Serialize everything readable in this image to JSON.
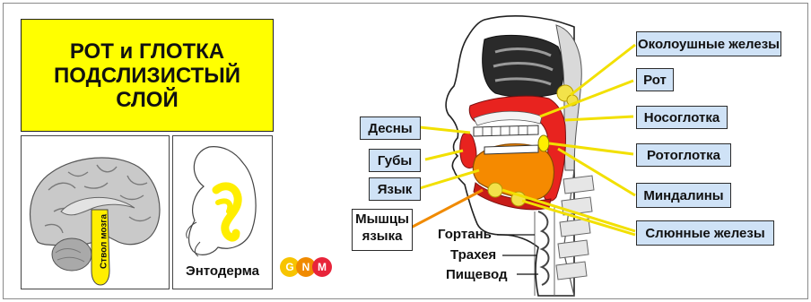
{
  "title": {
    "line1": "РОТ и ГЛОТКА",
    "line2": "ПОДСЛИЗИСТЫЙ",
    "line3": "СЛОЙ"
  },
  "brain_panel": {
    "label": "Ствол мозга"
  },
  "embryo_panel": {
    "label": "Энтодерма"
  },
  "logo": {
    "letters": [
      "G",
      "N",
      "M"
    ],
    "colors": [
      "#f7c400",
      "#f08a00",
      "#e8243a"
    ]
  },
  "labels_left": {
    "gums": "Десны",
    "lips": "Губы",
    "tongue": "Язык",
    "tongue_muscles_line1": "Мышцы",
    "tongue_muscles_line2": "языка"
  },
  "labels_center": {
    "larynx": "Гортань",
    "trachea": "Трахея",
    "esophagus": "Пищевод"
  },
  "labels_right": {
    "parotid": "Околоушные железы",
    "mouth": "Рот",
    "nasopharynx": "Носоглотка",
    "oropharynx": "Ротоглотка",
    "tonsils": "Миндалины",
    "salivary": "Слюнные железы"
  },
  "colors": {
    "title_bg": "#ffff00",
    "label_bg": "#cfe2f6",
    "pointer": "#f2e000",
    "mucosa": "#e8231f",
    "tongue": "#f58a00",
    "gland": "#f3e24a"
  }
}
